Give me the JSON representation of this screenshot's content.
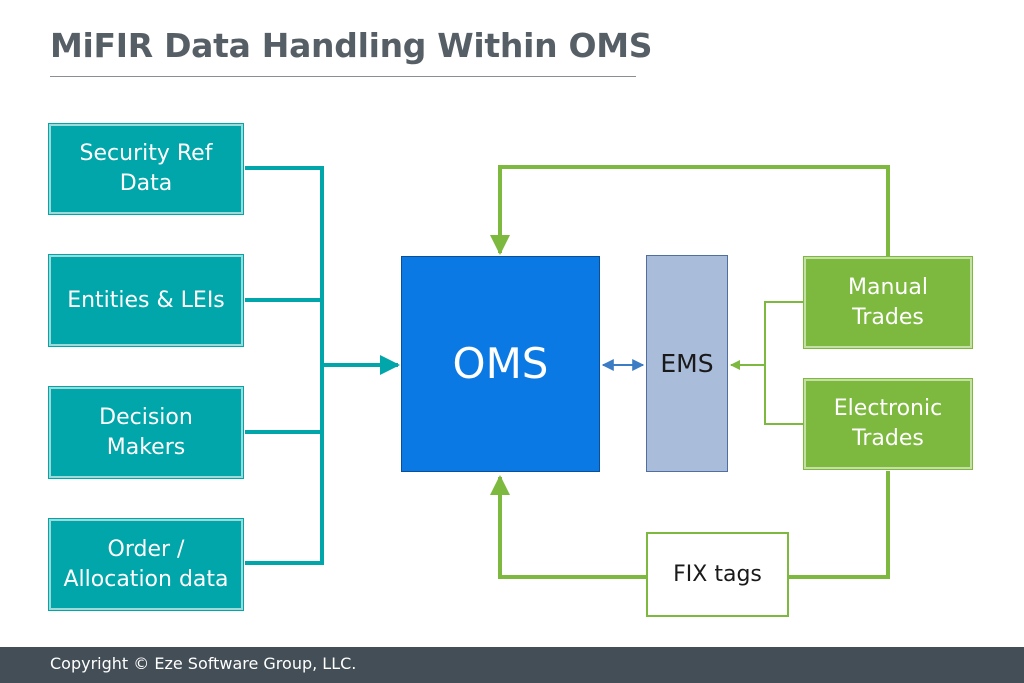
{
  "title": "MiFIR Data Handling Within OMS",
  "sources": [
    {
      "label": "Security Ref\nData"
    },
    {
      "label": "Entities & LEIs"
    },
    {
      "label": "Decision\nMakers"
    },
    {
      "label": "Order /\nAllocation data"
    }
  ],
  "oms": {
    "label": "OMS"
  },
  "ems": {
    "label": "EMS"
  },
  "trades": [
    {
      "label": "Manual\nTrades"
    },
    {
      "label": "Electronic\nTrades"
    }
  ],
  "fix": {
    "label": "FIX tags"
  },
  "footer": "Copyright © Eze Software Group, LLC.",
  "colors": {
    "teal": "#00a6a9",
    "green": "#7db83f",
    "oms_blue": "#0b79e4",
    "ems_blue": "#a9bddb",
    "arrow_blue": "#3b7cc4",
    "footer_bg": "#434e57"
  }
}
